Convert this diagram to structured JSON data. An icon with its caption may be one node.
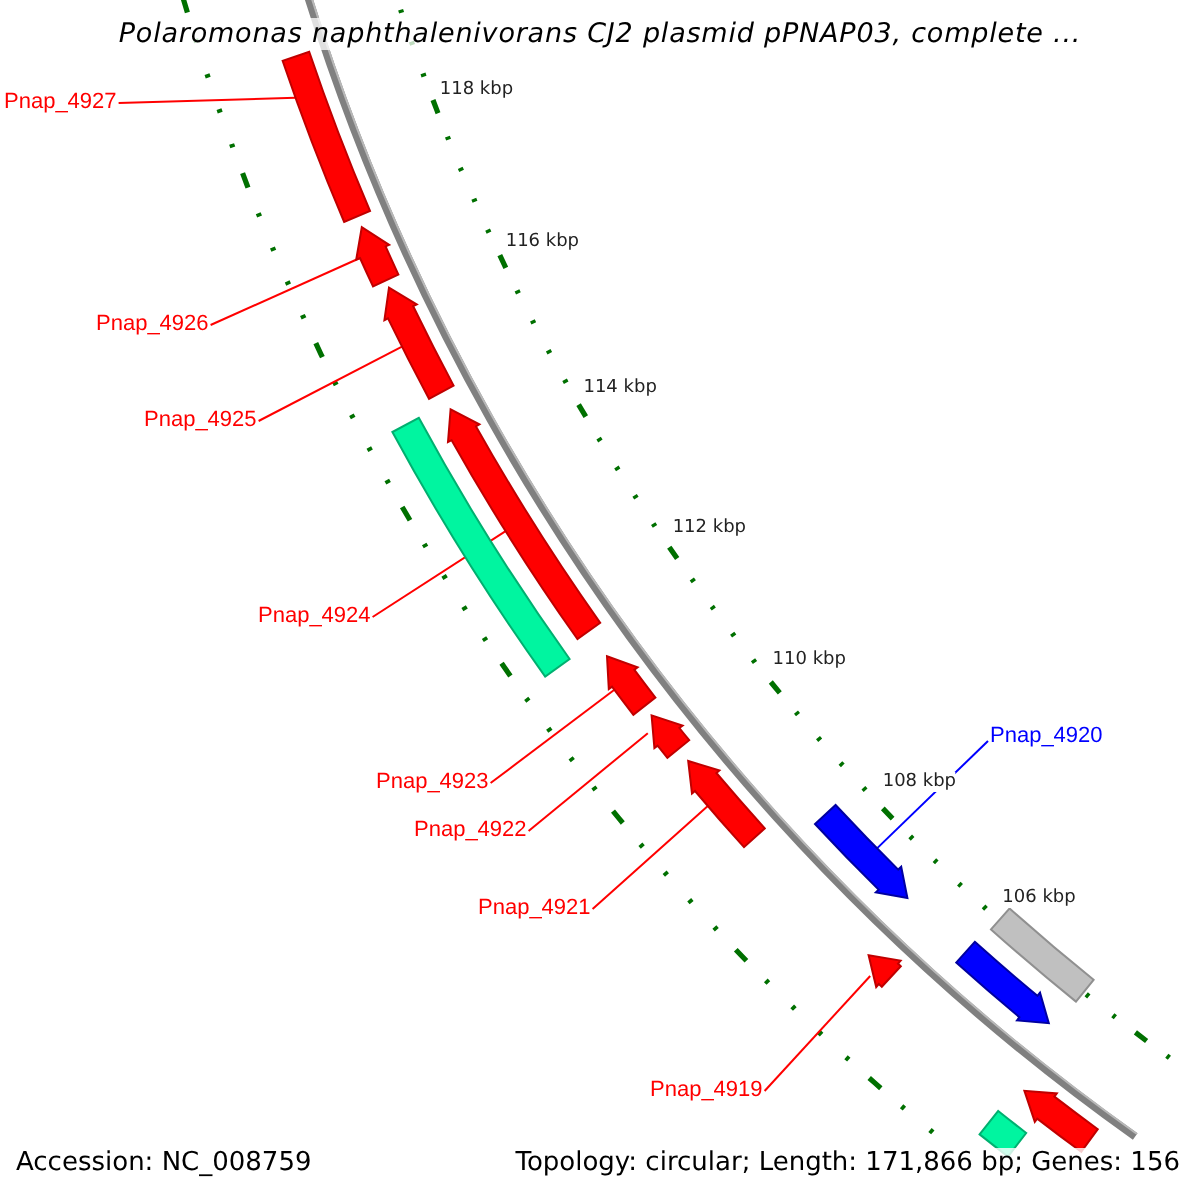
{
  "diagram": {
    "title": "Polaromonas naphthalenivorans CJ2 plasmid pPNAP03, complete ...",
    "nodes": [
      {
        "text": [
          "Pnap_4927"
        ]
      },
      {
        "text": [],
        "shape": "bar"
      },
      {
        "text": [
          "Pnap_4926"
        ]
      },
      {
        "text": [],
        "shape": "arrow"
      },
      {
        "text": [
          "Pnap_4925"
        ]
      },
      {
        "text": [],
        "shape": "arrow"
      },
      {
        "text": [
          "Pnap_4924"
        ]
      },
      {
        "text": [],
        "shape": "arrow"
      },
      {
        "text": [
          "Pnap_4920"
        ]
      },
      {
        "text": [],
        "shape": "arrow"
      },
      {
        "text": [
          "Pnap_4923"
        ]
      },
      {
        "text": [],
        "shape": "arrow"
      },
      {
        "text": [
          "Pnap_4922"
        ]
      },
      {
        "text": [],
        "shape": "arrow"
      },
      {
        "text": [
          "Pnap_4921"
        ]
      },
      {
        "text": [],
        "shape": "arrow"
      },
      {
        "text": [
          "Pnap_4919"
        ]
      },
      {
        "text": [],
        "shape": "arrow"
      },
      {
        "text": [],
        "shape": "bar"
      },
      {
        "text": [],
        "shape": "bar"
      },
      {
        "text": [],
        "shape": "arrow"
      },
      {
        "text": [],
        "shape": "arrow"
      },
      {
        "text": [],
        "shape": "bar"
      }
    ],
    "edges": [
      {
        "from": 0,
        "to": 1,
        "arrow": "none"
      },
      {
        "from": 2,
        "to": 3,
        "arrow": "none"
      },
      {
        "from": 4,
        "to": 5,
        "arrow": "none"
      },
      {
        "from": 6,
        "to": 7,
        "arrow": "none"
      },
      {
        "from": 8,
        "to": 9,
        "arrow": "none",
        "color": "#0000ff"
      },
      {
        "from": 10,
        "to": 11,
        "arrow": "none"
      },
      {
        "from": 12,
        "to": 13,
        "arrow": "none"
      },
      {
        "from": 14,
        "to": 15,
        "arrow": "none"
      },
      {
        "from": 16,
        "to": 17,
        "arrow": "none"
      }
    ],
    "labels": [
      "118 kbp",
      "116 kbp",
      "114 kbp",
      "112 kbp",
      "110 kbp",
      "108 kbp",
      "106 kbp",
      "Accession: NC_008759",
      "Topology: circular; Length: 171,866 bp; Genes: 156"
    ]
  }
}
